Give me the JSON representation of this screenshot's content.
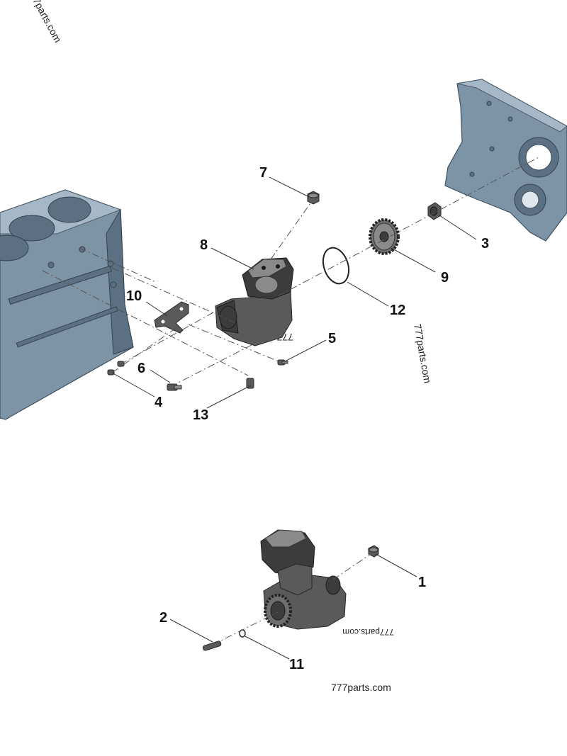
{
  "watermarks": [
    "7parts.com",
    "777parts.com",
    "777parts.com",
    "777parts.com",
    "777parts.com"
  ],
  "callouts": [
    "1",
    "2",
    "3",
    "4",
    "5",
    "6",
    "7",
    "8",
    "9",
    "10",
    "11",
    "12",
    "13"
  ],
  "colors": {
    "block": "#7d93a6",
    "compressor": "#5a5a5a",
    "text": "#111111"
  }
}
